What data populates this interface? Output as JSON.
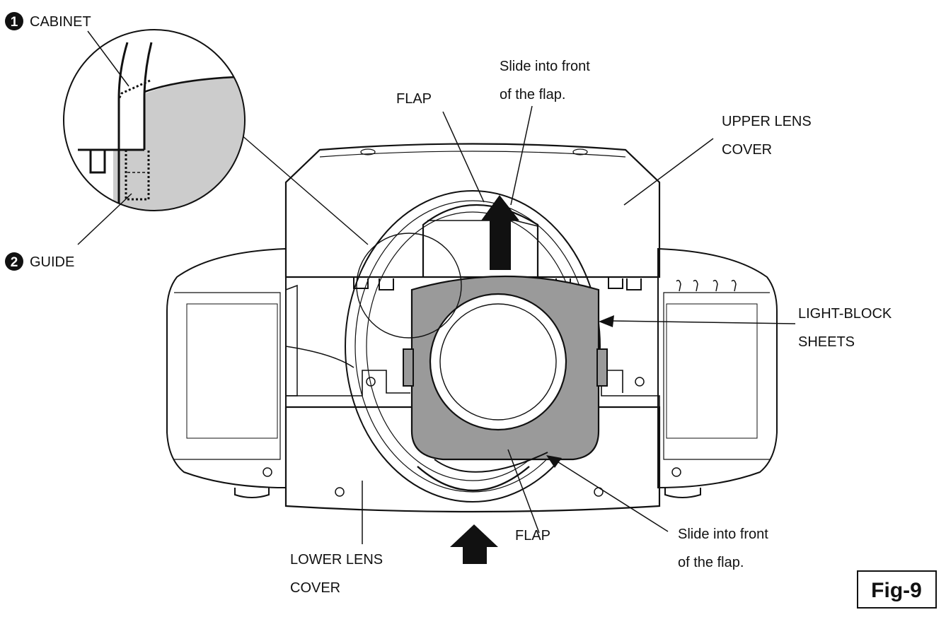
{
  "figure": {
    "tag": "Fig-9"
  },
  "callouts": {
    "cabinet": {
      "number": "1",
      "label": "CABINET"
    },
    "guide": {
      "number": "2",
      "label": "GUIDE"
    },
    "flap_top": "FLAP",
    "slide_top": [
      "Slide into front",
      "of the flap."
    ],
    "upper_lens_cover": [
      "UPPER LENS",
      "COVER"
    ],
    "light_block_sheets": [
      "LIGHT-BLOCK",
      "SHEETS"
    ],
    "flap_bottom": "FLAP",
    "slide_bottom": [
      "Slide into front",
      "of the flap."
    ],
    "lower_lens_cover": [
      "LOWER LENS",
      "COVER"
    ]
  },
  "colors": {
    "line": "#111111",
    "sheet_fill": "#9a9a9a",
    "detail_fill": "#cccccc",
    "background": "#ffffff"
  }
}
